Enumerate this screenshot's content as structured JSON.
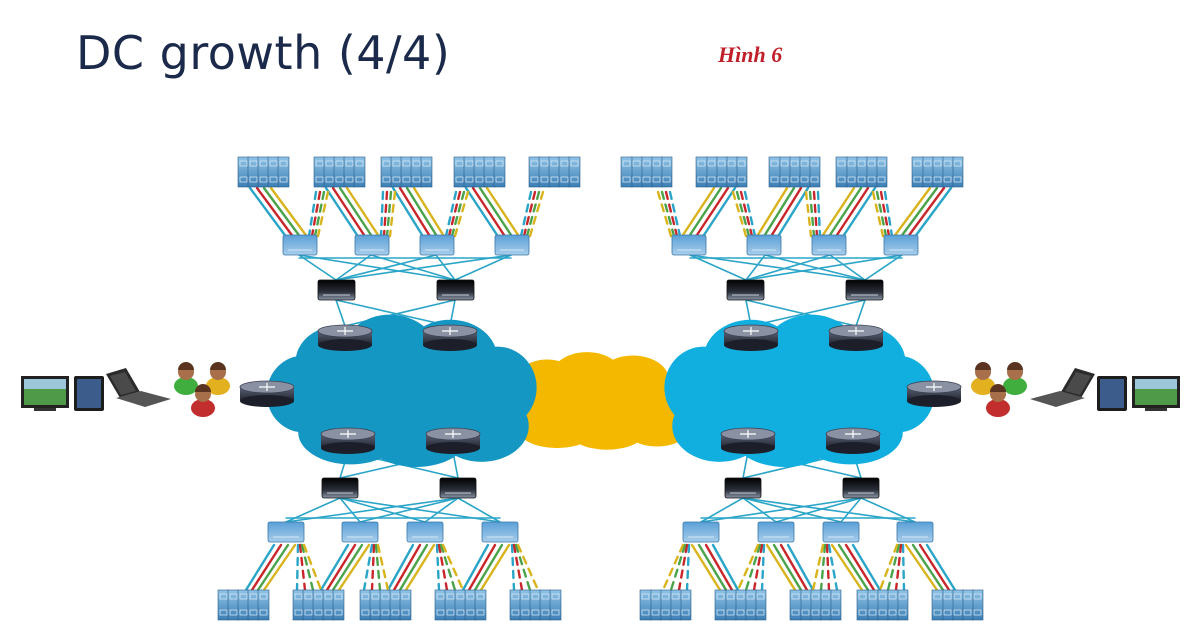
{
  "slide": {
    "title": "DC growth (4/4)",
    "caption": "Hình 6"
  },
  "colors": {
    "link_blue": "#2aa5c8",
    "link_red": "#c9262c",
    "link_green": "#4aa34a",
    "link_yellow": "#d9b31c",
    "dc_cloud_left": "#1597c4",
    "dc_cloud_right": "#11aee0",
    "wan_cloud": "#f5b800",
    "title": "#1b2a4a",
    "caption": "#c0202a"
  },
  "diagram": {
    "data_centers": [
      "left",
      "right"
    ],
    "server_racks_per_row": 5,
    "access_switches_per_row": 4,
    "aggregation_switches_per_row": 2,
    "core_routers_per_side": 4,
    "user_devices": [
      "monitor-icon",
      "tablet-icon",
      "laptop-icon",
      "users-icon"
    ]
  }
}
